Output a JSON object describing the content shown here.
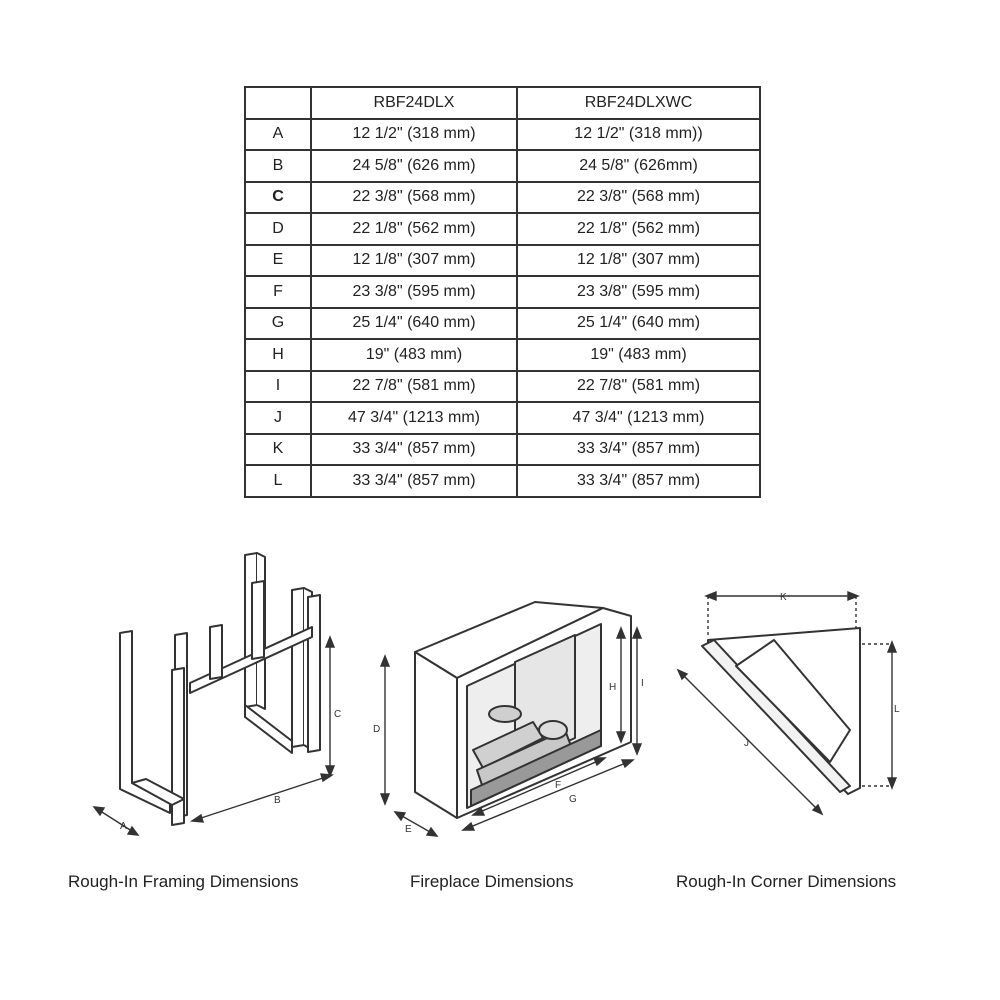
{
  "table": {
    "columns": [
      "",
      "RBF24DLX",
      "RBF24DLXWC"
    ],
    "rows": [
      {
        "key": "A",
        "dlx": "12 1/2\"  (318 mm)",
        "dlxwc": "12 1/2\"  (318 mm))"
      },
      {
        "key": "B",
        "dlx": "24 5/8\"  (626 mm)",
        "dlxwc": "24 5/8\"  (626mm)"
      },
      {
        "key": "C",
        "dlx": "22 3/8\"  (568 mm)",
        "dlxwc": "22 3/8\"  (568 mm)"
      },
      {
        "key": "D",
        "dlx": "22 1/8\"  (562 mm)",
        "dlxwc": "22 1/8\"  (562 mm)"
      },
      {
        "key": "E",
        "dlx": "12 1/8\"  (307 mm)",
        "dlxwc": "12 1/8\"  (307 mm)"
      },
      {
        "key": "F",
        "dlx": "23 3/8\"  (595 mm)",
        "dlxwc": "23 3/8\"  (595 mm)"
      },
      {
        "key": "G",
        "dlx": "25 1/4\"  (640 mm)",
        "dlxwc": "25 1/4\"  (640 mm)"
      },
      {
        "key": "H",
        "dlx": "19\"  (483 mm)",
        "dlxwc": "19\"  (483 mm)"
      },
      {
        "key": "I",
        "dlx": "22 7/8\"  (581 mm)",
        "dlxwc": "22 7/8\"  (581 mm)"
      },
      {
        "key": "J",
        "dlx": "47 3/4\"  (1213 mm)",
        "dlxwc": "47 3/4\"  (1213 mm)"
      },
      {
        "key": "K",
        "dlx": "33 3/4\"  (857 mm)",
        "dlxwc": "33 3/4\"  (857 mm)"
      },
      {
        "key": "L",
        "dlx": "33 3/4\"  (857 mm)",
        "dlxwc": "33 3/4\"  (857 mm)"
      }
    ]
  },
  "figures": {
    "framing": {
      "caption": "Rough-In Framing Dimensions",
      "labels": {
        "a": "A",
        "b": "B",
        "c": "C"
      }
    },
    "fireplace": {
      "caption": "Fireplace Dimensions",
      "labels": {
        "d": "D",
        "e": "E",
        "f": "F",
        "g": "G",
        "h": "H",
        "i": "I"
      }
    },
    "corner": {
      "caption": "Rough-In Corner Dimensions",
      "labels": {
        "j": "J",
        "k": "K",
        "l": "L"
      }
    }
  }
}
